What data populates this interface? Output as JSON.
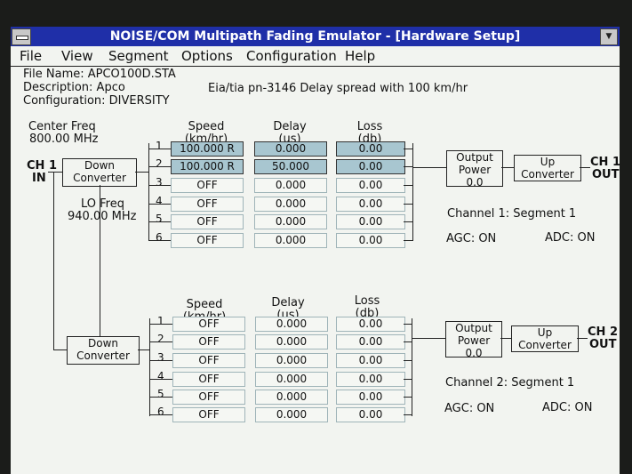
{
  "window": {
    "title": "NOISE/COM Multipath Fading Emulator - [Hardware Setup]"
  },
  "menu": [
    "File",
    "View",
    "Segment",
    "Options",
    "Configuration",
    "Help"
  ],
  "file_info": {
    "file_name": "File Name: APCO100D.STA",
    "description": "Description: Apco",
    "configuration": "Configuration: DIVERSITY",
    "comment": "Eia/tia pn-3146 Delay spread with 100 km/hr"
  },
  "center_freq": {
    "label": "Center Freq",
    "value": "800.00 MHz"
  },
  "lo_freq": {
    "label": "LO Freq",
    "value": "940.00 MHz"
  },
  "headers": {
    "speed": "Speed",
    "speed_unit": "(km/hr)",
    "delay": "Delay",
    "delay_unit": "(us)",
    "loss": "Loss",
    "loss_unit": "(db)"
  },
  "blocks": {
    "down_converter": "Down Converter",
    "output_power": "Output Power",
    "output_power_value": "0.0",
    "up_converter": "Up Converter"
  },
  "channels": [
    {
      "in_label": "CH 1",
      "in_sub": "IN",
      "out_label": "CH 1",
      "out_sub": "OUT",
      "segment": "Channel 1: Segment 1",
      "agc": "AGC: ON",
      "adc": "ADC: ON",
      "paths": [
        {
          "n": "1",
          "speed": "100.000 R",
          "delay": "0.000",
          "loss": "0.00",
          "selected": true
        },
        {
          "n": "2",
          "speed": "100.000 R",
          "delay": "50.000",
          "loss": "0.00",
          "selected": true
        },
        {
          "n": "3",
          "speed": "OFF",
          "delay": "0.000",
          "loss": "0.00",
          "selected": false
        },
        {
          "n": "4",
          "speed": "OFF",
          "delay": "0.000",
          "loss": "0.00",
          "selected": false
        },
        {
          "n": "5",
          "speed": "OFF",
          "delay": "0.000",
          "loss": "0.00",
          "selected": false
        },
        {
          "n": "6",
          "speed": "OFF",
          "delay": "0.000",
          "loss": "0.00",
          "selected": false
        }
      ]
    },
    {
      "out_label": "CH 2",
      "out_sub": "OUT",
      "segment": "Channel 2: Segment 1",
      "agc": "AGC: ON",
      "adc": "ADC: ON",
      "paths": [
        {
          "n": "1",
          "speed": "OFF",
          "delay": "0.000",
          "loss": "0.00",
          "selected": false
        },
        {
          "n": "2",
          "speed": "OFF",
          "delay": "0.000",
          "loss": "0.00",
          "selected": false
        },
        {
          "n": "3",
          "speed": "OFF",
          "delay": "0.000",
          "loss": "0.00",
          "selected": false
        },
        {
          "n": "4",
          "speed": "OFF",
          "delay": "0.000",
          "loss": "0.00",
          "selected": false
        },
        {
          "n": "5",
          "speed": "OFF",
          "delay": "0.000",
          "loss": "0.00",
          "selected": false
        },
        {
          "n": "6",
          "speed": "OFF",
          "delay": "0.000",
          "loss": "0.00",
          "selected": false
        }
      ]
    }
  ],
  "colors": {
    "titlebar": "#1f2fa8",
    "selected_field": "#a8c6d0",
    "background": "#f2f4f0"
  }
}
